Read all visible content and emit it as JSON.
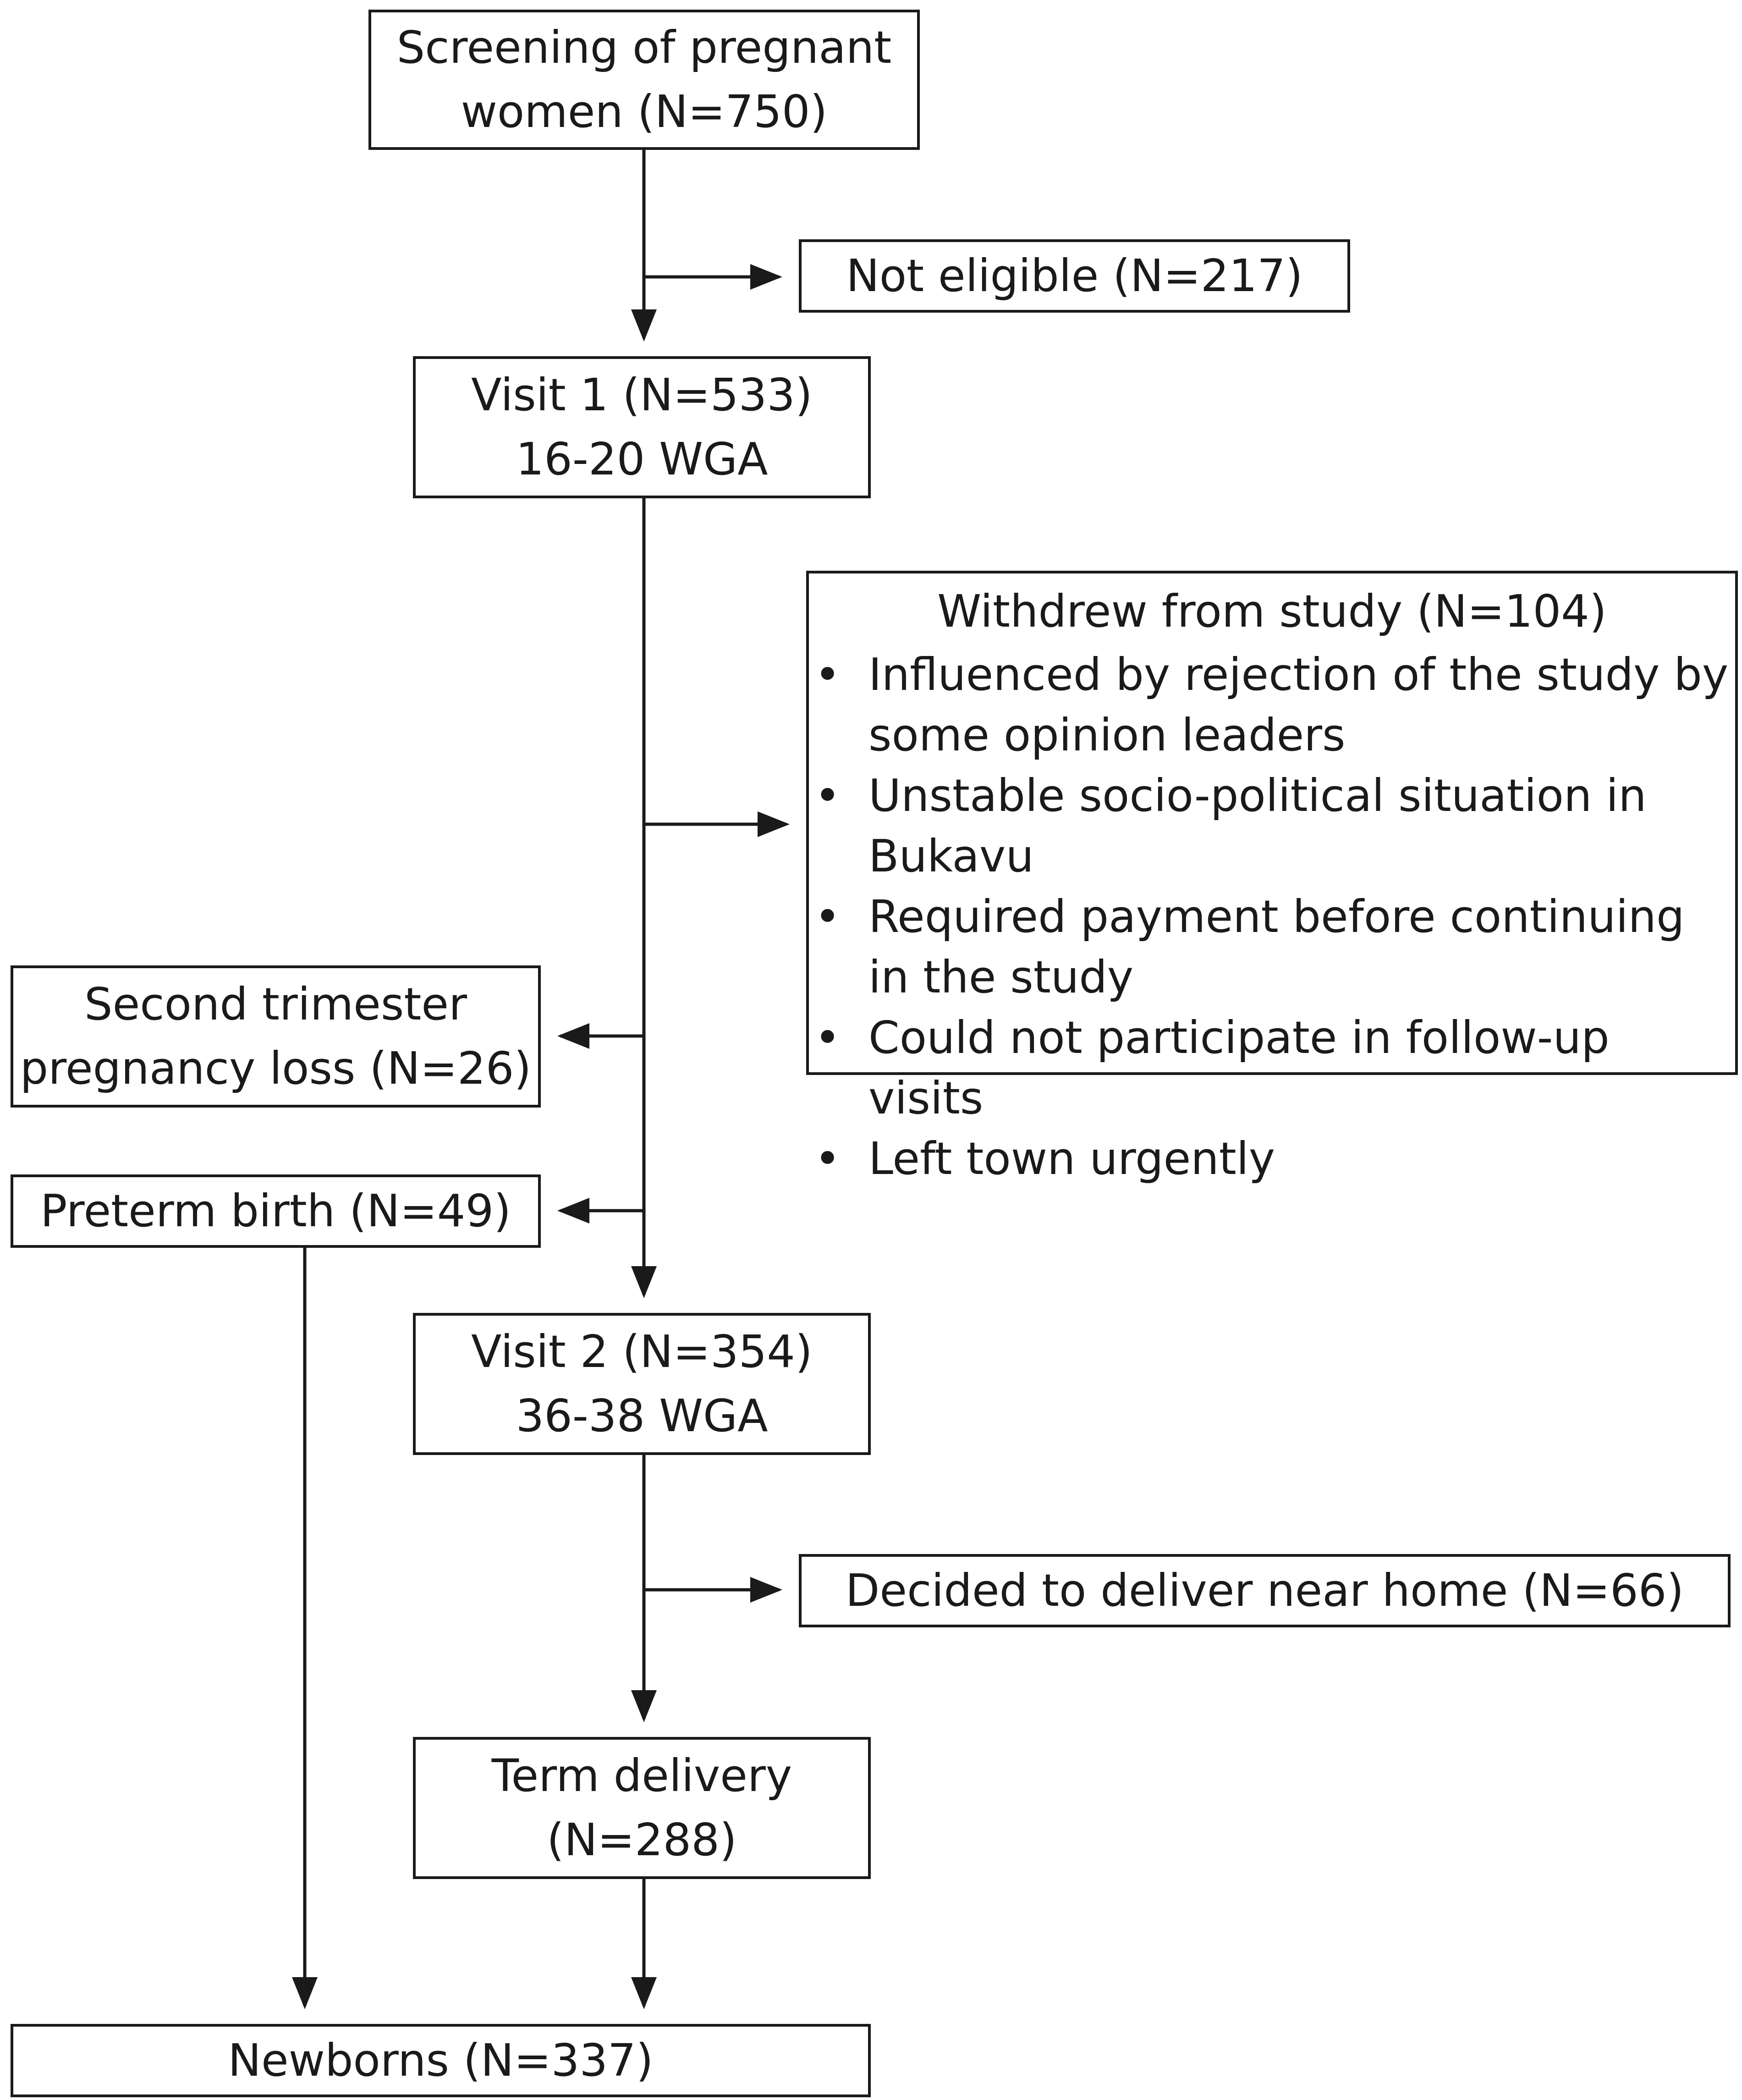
{
  "screening": {
    "line1": "Screening of pregnant",
    "line2": "women (N=750)"
  },
  "not_eligible": {
    "label": "Not eligible (N=217)"
  },
  "visit1": {
    "line1": "Visit 1 (N=533)",
    "line2": "16-20 WGA"
  },
  "withdrew": {
    "title": "Withdrew from study (N=104)",
    "bullet_char": "•",
    "reasons": [
      "Influenced by rejection of the study by some opinion leaders",
      "Unstable socio-political situation in Bukavu",
      "Required payment before continuing in the study",
      "Could not participate in follow-up visits",
      "Left town urgently"
    ]
  },
  "second_trimester": {
    "line1": "Second trimester",
    "line2": "pregnancy loss (N=26)"
  },
  "preterm": {
    "label": "Preterm birth (N=49)"
  },
  "visit2": {
    "line1": "Visit 2 (N=354)",
    "line2": "36-38 WGA"
  },
  "deliver_home": {
    "label": "Decided to deliver near home (N=66)"
  },
  "term_delivery": {
    "line1": "Term delivery",
    "line2": "(N=288)"
  },
  "newborns": {
    "label": "Newborns (N=337)"
  },
  "colors": {
    "stroke": "#1a1a1a",
    "background": "#ffffff"
  }
}
